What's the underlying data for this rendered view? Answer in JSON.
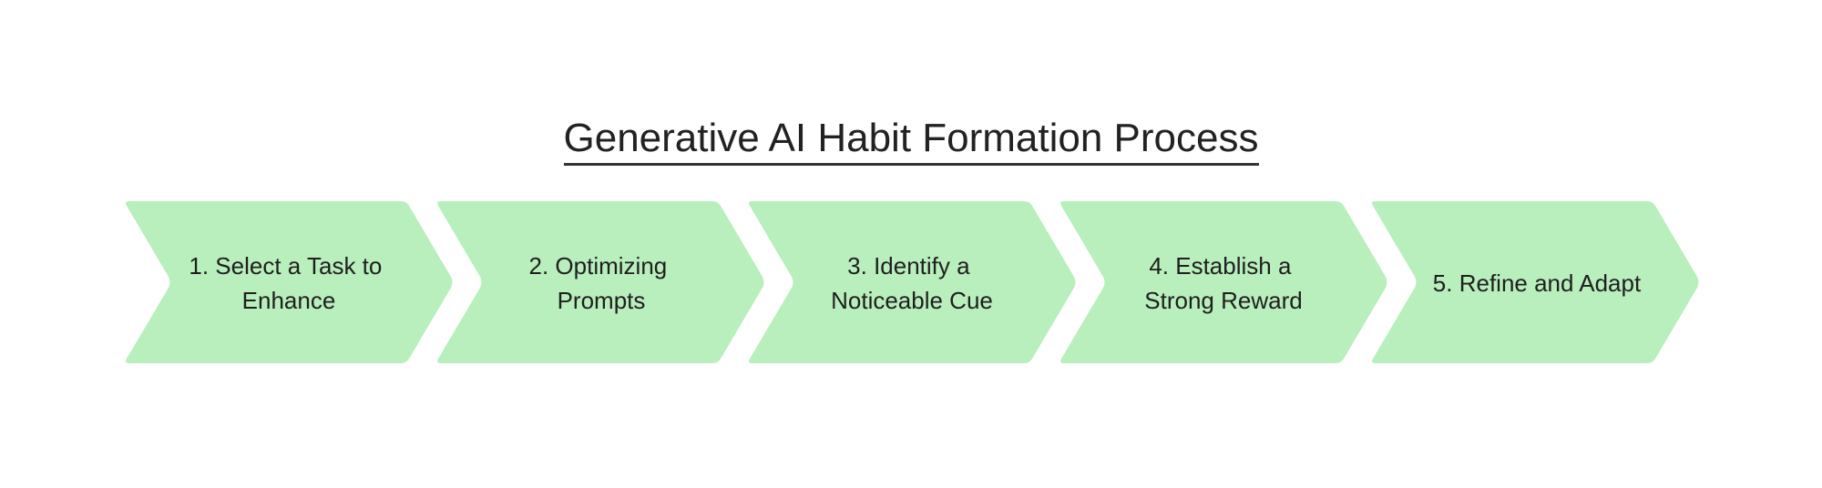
{
  "title": "Generative AI Habit Formation Process",
  "colors": {
    "chevron_fill": "#b8efbc",
    "text": "#1f1f1f",
    "background": "#ffffff"
  },
  "steps": [
    {
      "lines": [
        "1. Select a Task to",
        "Enhance"
      ]
    },
    {
      "lines": [
        "2. Optimizing",
        "Prompts"
      ]
    },
    {
      "lines": [
        "3. Identify a",
        "Noticeable Cue"
      ]
    },
    {
      "lines": [
        "4. Establish a",
        "Strong Reward"
      ]
    },
    {
      "lines": [
        "5. Refine and Adapt"
      ]
    }
  ]
}
